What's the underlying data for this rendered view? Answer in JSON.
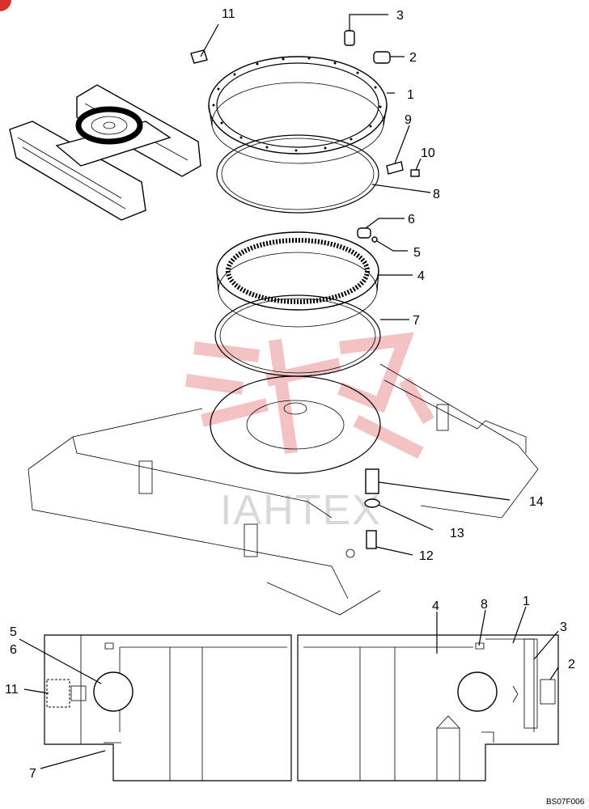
{
  "labels": {
    "l11a": "11",
    "l3a": "3",
    "l2a": "2",
    "l1a": "1",
    "l9a": "9",
    "l10a": "10",
    "l8a": "8",
    "l6a": "6",
    "l5a": "5",
    "l4a": "4",
    "l7a": "7",
    "l14a": "14",
    "l13a": "13",
    "l12a": "12",
    "l5b": "5",
    "l6b": "6",
    "l11b": "11",
    "l7b": "7",
    "l4b": "4",
    "l8b": "8",
    "l1b": "1",
    "l3b": "3",
    "l2b": "2"
  },
  "watermark": {
    "text": "IAHTEX"
  },
  "drawing_code": "BS07F006",
  "colors": {
    "line": "#000000",
    "watermark_red": "#f2b8b8",
    "watermark_gray": "#d9d9d9"
  },
  "icons": {
    "corner_marker": "red-circle-icon"
  }
}
